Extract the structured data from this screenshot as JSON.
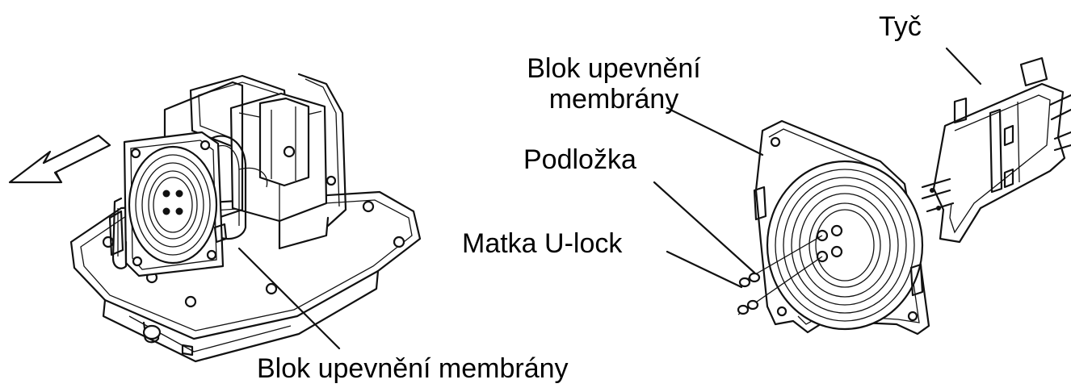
{
  "labels": {
    "rod": "Tyč",
    "diaphragm_block_right_line1": "Blok upevnění",
    "diaphragm_block_right_line2": "membrány",
    "washer": "Podložka",
    "ulock_nut": "Matka U-lock",
    "diaphragm_block_bottom": "Blok upevnění membrány"
  },
  "colors": {
    "ink": "#111111",
    "background": "#ffffff"
  }
}
